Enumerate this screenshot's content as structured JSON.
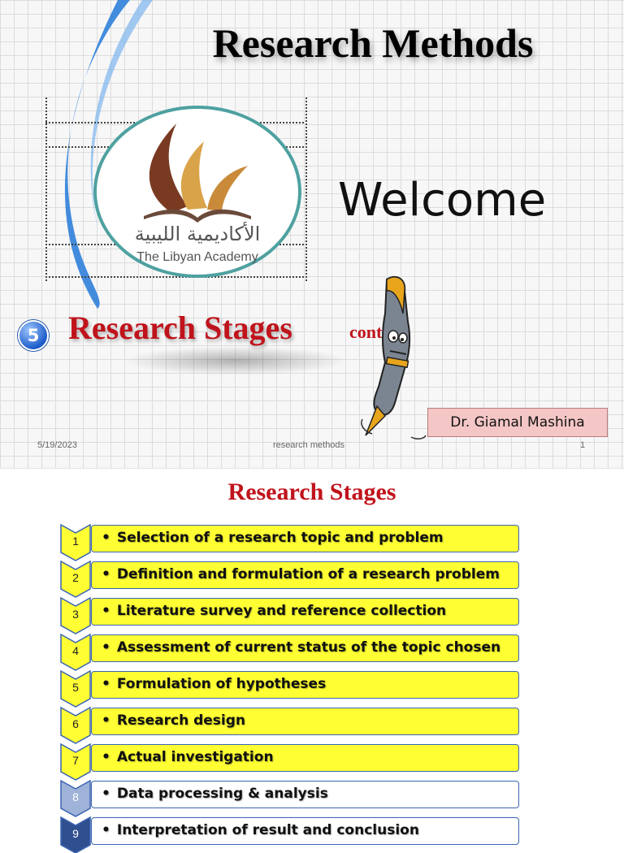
{
  "slide1": {
    "title": "Research Methods",
    "logo": {
      "arabic_text": "الأكاديمية الليبية",
      "english_text": "The Libyan Academy"
    },
    "welcome": "Welcome",
    "step_number": "5",
    "stage_title": "Research Stages",
    "cont": "cont.",
    "author": "Dr. Giamal  Mashina",
    "footer": {
      "date": "5/19/2023",
      "center": "research methods",
      "page": "1"
    }
  },
  "slide2": {
    "title": "Research Stages",
    "bullet": "•",
    "stages": [
      {
        "num": "1",
        "label": "Selection of a research topic and problem"
      },
      {
        "num": "2",
        "label": "Definition and formulation of a research problem"
      },
      {
        "num": "3",
        "label": "Literature survey and reference collection"
      },
      {
        "num": "4",
        "label": "Assessment of current status of the topic chosen"
      },
      {
        "num": "5",
        "label": "Formulation of hypotheses"
      },
      {
        "num": "6",
        "label": "Research design"
      },
      {
        "num": "7",
        "label": "Actual investigation"
      },
      {
        "num": "8",
        "label": "Data processing & analysis"
      },
      {
        "num": "9",
        "label": "Interpretation of result and conclusion"
      }
    ]
  },
  "colors": {
    "stage_title_red": "#c0131b",
    "stage_box_yellow": "#ffff33",
    "stage_box_border": "#3b65b3",
    "chevron_active": "#ffff33",
    "chevron_inactive": "#9fb2d8",
    "chevron_dark": "#2f4f8f",
    "logo_ring": "#4ea1a0",
    "author_box": "#f4c6c6"
  }
}
